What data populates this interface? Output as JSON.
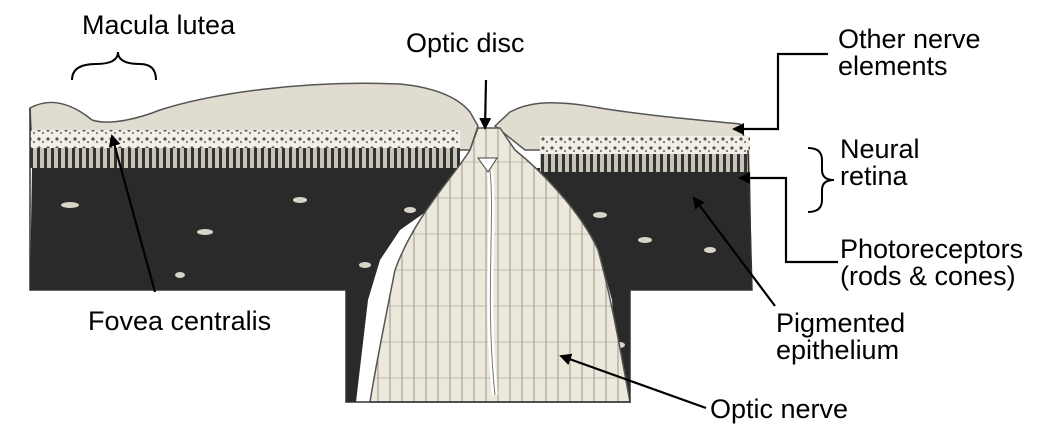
{
  "labels": {
    "macula_lutea": "Macula lutea",
    "optic_disc": "Optic disc",
    "other_nerve_line1": "Other nerve",
    "other_nerve_line2": "elements",
    "neural_line1": "Neural",
    "neural_line2": "retina",
    "photoreceptors_line1": "Photoreceptors",
    "photoreceptors_line2": "(rods & cones)",
    "fovea_centralis": "Fovea centralis",
    "pigmented_line1": "Pigmented",
    "pigmented_line2": "epithelium",
    "optic_nerve": "Optic nerve"
  },
  "colors": {
    "choroid": "#2a2a2a",
    "nerve": "#e6e2d6",
    "retina": "#d8d4c8",
    "ink": "#000000"
  }
}
